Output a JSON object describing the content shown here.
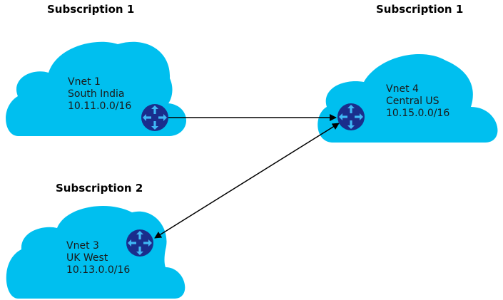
{
  "colors": {
    "cloud": "#00BFEF",
    "router": "#1A2D8C",
    "router_arrows": "#3FB8F5",
    "connection": "#000000"
  },
  "subscriptions": [
    {
      "label": "Subscription 1"
    },
    {
      "label": "Subscription 1"
    },
    {
      "label": "Subscription 2"
    }
  ],
  "vnets": [
    {
      "name": "Vnet 1",
      "region": "South India",
      "cidr": "10.11.0.0/16",
      "icon": "router-icon"
    },
    {
      "name": "Vnet 4",
      "region": "Central US",
      "cidr": "10.15.0.0/16",
      "icon": "router-icon"
    },
    {
      "name": "Vnet 3",
      "region": "UK West",
      "cidr": "10.13.0.0/16",
      "icon": "router-icon"
    }
  ],
  "connections": [
    {
      "from": "Vnet 1",
      "to": "Vnet 4",
      "direction": "one-way"
    },
    {
      "from": "Vnet 4",
      "to": "Vnet 3",
      "direction": "two-way"
    }
  ]
}
